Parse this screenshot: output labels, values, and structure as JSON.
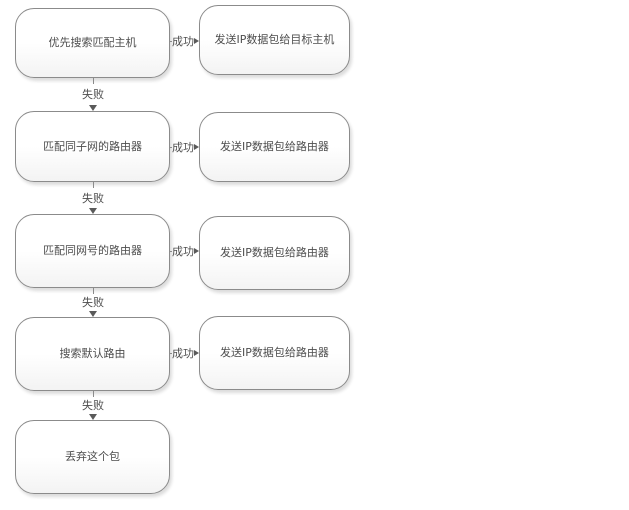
{
  "labels": {
    "success": "成功",
    "failure": "失败"
  },
  "nodes": {
    "left": [
      {
        "label": "优先搜索匹配主机"
      },
      {
        "label": "匹配同子网的路由器"
      },
      {
        "label": "匹配同网号的路由器"
      },
      {
        "label": "搜索默认路由"
      },
      {
        "label": "丢弃这个包"
      }
    ],
    "right": [
      {
        "label": "发送IP数据包给目标主机"
      },
      {
        "label": "发送IP数据包给路由器"
      },
      {
        "label": "发送IP数据包给路由器"
      },
      {
        "label": "发送IP数据包给路由器"
      }
    ]
  },
  "colors": {
    "node_border": "#8b8b8b",
    "node_fill_top": "#ffffff",
    "node_fill_bottom": "#f3f3f3",
    "text": "#4d4d4d",
    "connector_line": "#8b8b8b",
    "arrowhead": "#5a5a5a",
    "background": "#ffffff"
  }
}
